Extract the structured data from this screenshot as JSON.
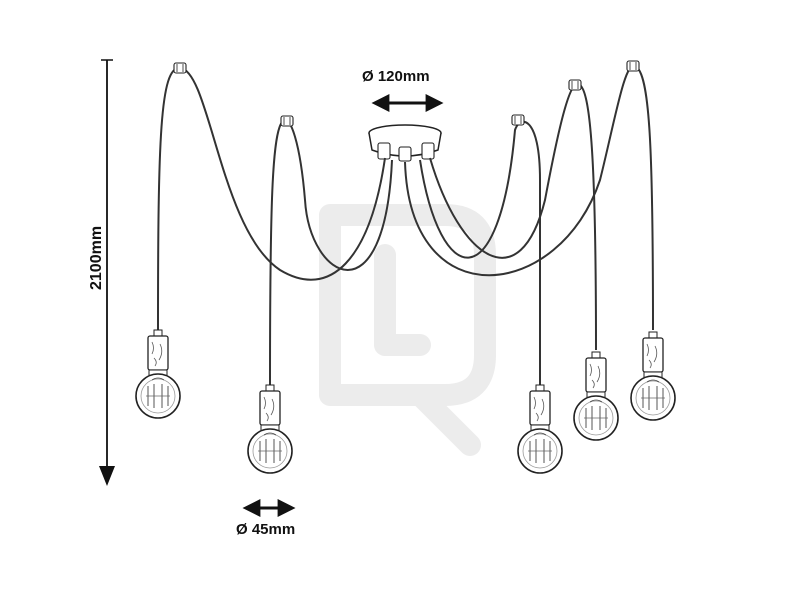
{
  "dimensions": {
    "ceiling_diameter": "Ø 120mm",
    "bulb_diameter": "Ø 45mm",
    "total_height": "2100mm"
  },
  "colors": {
    "line": "#222222",
    "cable": "#333333",
    "watermark": "#e8e8e8"
  },
  "icons": {
    "watermark": "logo-watermark-icon",
    "bulb": "edison-bulb-icon"
  }
}
